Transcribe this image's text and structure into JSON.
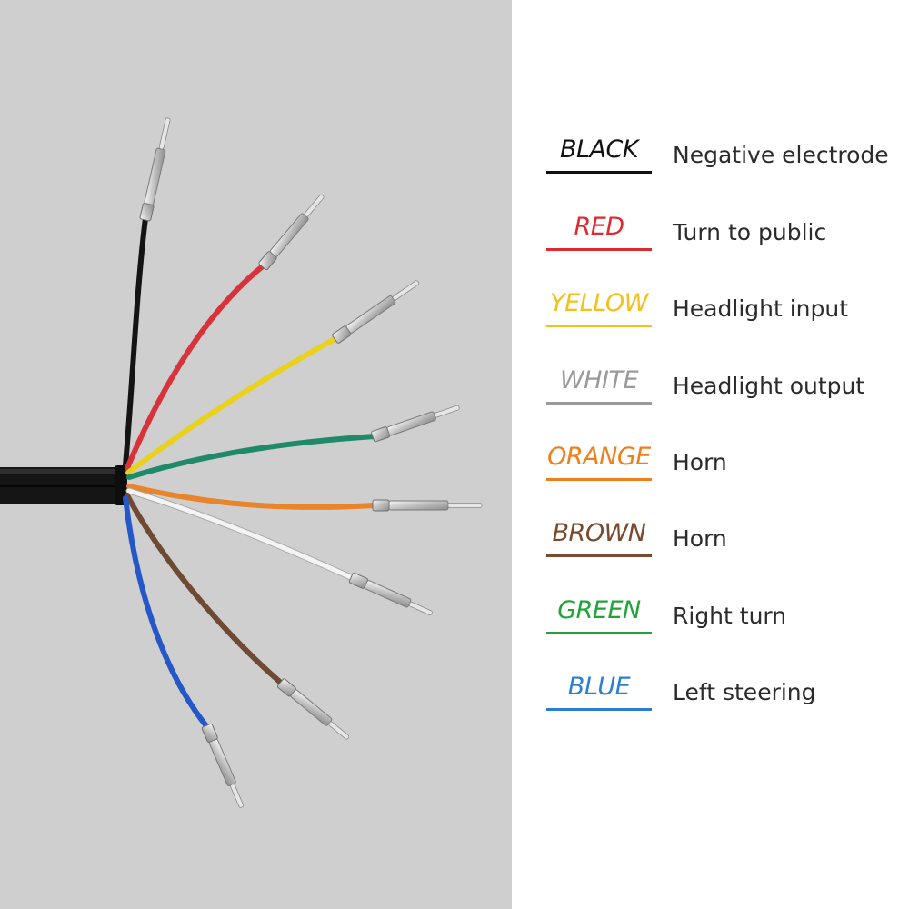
{
  "legend": {
    "items": [
      {
        "color_name": "BLACK",
        "function": "Negative electrode",
        "color": "#111111"
      },
      {
        "color_name": "RED",
        "function": "Turn to public",
        "color": "#e0282e"
      },
      {
        "color_name": "YELLOW",
        "function": "Headlight input",
        "color": "#f2c21b"
      },
      {
        "color_name": "WHITE",
        "function": "Headlight output",
        "color": "#9a9a9a"
      },
      {
        "color_name": "ORANGE",
        "function": "Horn",
        "color": "#ef7f1a"
      },
      {
        "color_name": "BROWN",
        "function": "Horn",
        "color": "#7a4a2e"
      },
      {
        "color_name": "GREEN",
        "function": "Right turn",
        "color": "#21a33a"
      },
      {
        "color_name": "BLUE",
        "function": "Left steering",
        "color": "#2a7fd4"
      }
    ]
  },
  "wires": [
    {
      "name": "black",
      "color": "#141414"
    },
    {
      "name": "red",
      "color": "#d8333a"
    },
    {
      "name": "yellow",
      "color": "#e9d11e"
    },
    {
      "name": "green",
      "color": "#1f8a6a"
    },
    {
      "name": "orange",
      "color": "#e8852a"
    },
    {
      "name": "white",
      "color": "#f4f4f4"
    },
    {
      "name": "brown",
      "color": "#6e4a33"
    },
    {
      "name": "blue",
      "color": "#2458c8"
    }
  ]
}
